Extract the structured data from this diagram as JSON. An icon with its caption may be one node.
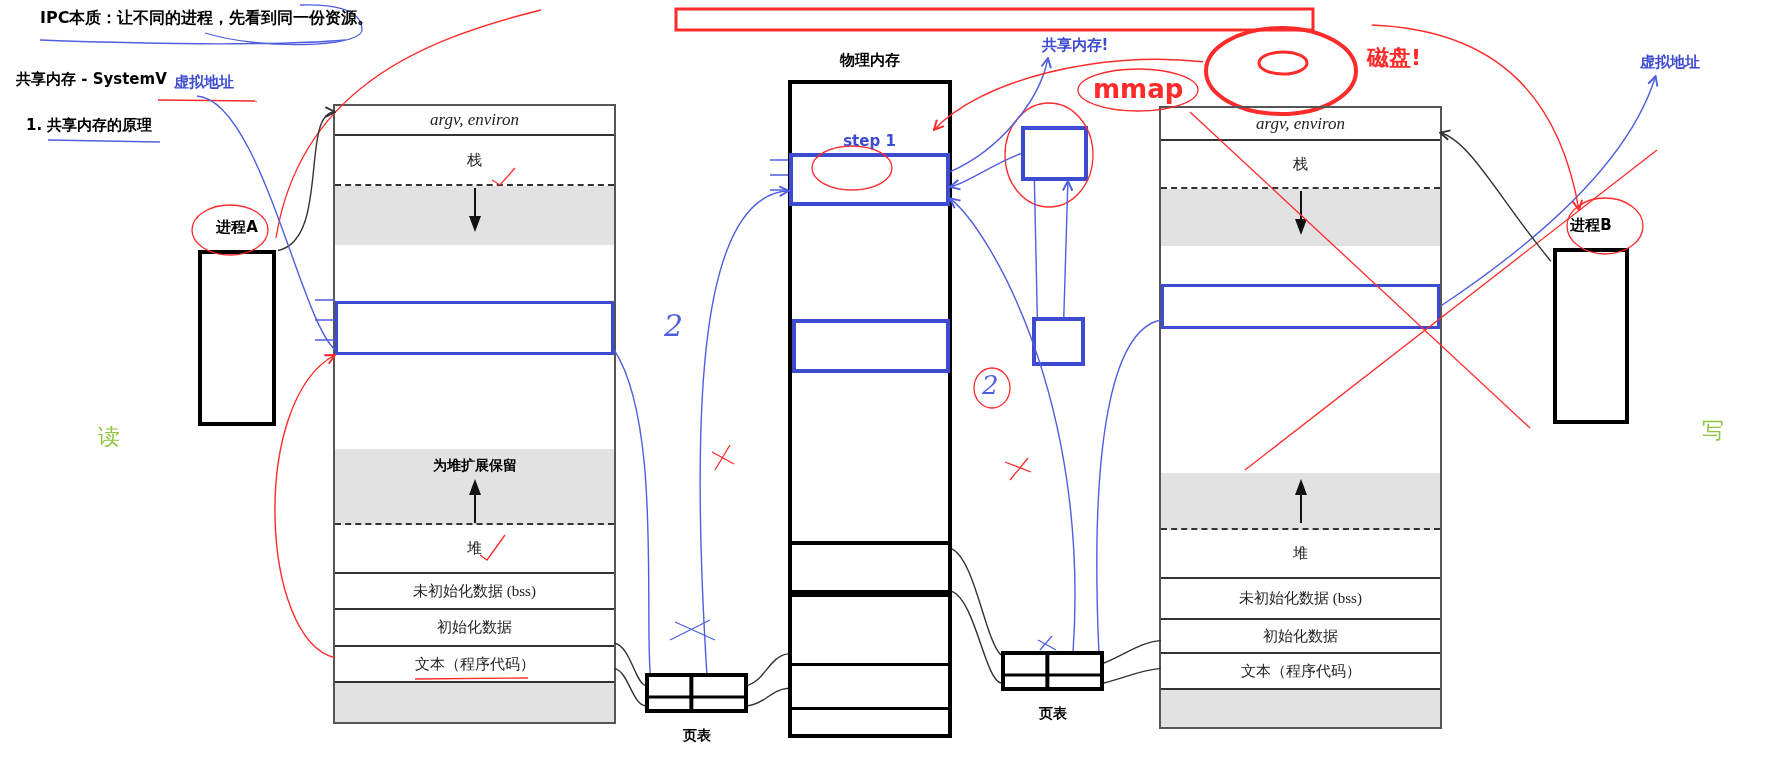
{
  "diagram": {
    "title": "IPC本质：让不同的进程，先看到同一份资源。",
    "nodes": [
      {
        "text": [
          "进程A"
        ]
      },
      {
        "text": [
          "虚拟地址"
        ]
      },
      {
        "text": [],
        "shape": "box"
      },
      {
        "text": [
          "argv, environ"
        ],
        "in": 2
      },
      {
        "text": [
          "栈"
        ],
        "in": 2
      },
      {
        "text": [],
        "shape": "box",
        "in": 2
      },
      {
        "text": [
          "为堆扩展保留"
        ],
        "in": 2
      },
      {
        "text": [
          "堆"
        ],
        "in": 2
      },
      {
        "text": [
          "未初始化数据 (bss)"
        ],
        "in": 2
      },
      {
        "text": [
          "初始化数据"
        ],
        "in": 2
      },
      {
        "text": [
          "文本（程序代码）"
        ],
        "in": 2
      },
      {
        "text": [
          "页表"
        ]
      },
      {
        "text": [
          "物理内存"
        ]
      },
      {
        "text": [
          "step 1"
        ],
        "in": 12
      },
      {
        "text": [],
        "shape": "box",
        "in": 12
      },
      {
        "text": [],
        "shape": "box",
        "in": 12
      },
      {
        "text": [
          "共享内存!"
        ]
      },
      {
        "text": [],
        "shape": "box"
      },
      {
        "text": [],
        "shape": "box"
      },
      {
        "text": [],
        "shape": "ellipse",
        "beside": [
          "磁盘!"
        ]
      },
      {
        "text": [
          "页表"
        ]
      },
      {
        "text": [],
        "shape": "box"
      },
      {
        "text": [
          "argv, environ"
        ],
        "in": 21
      },
      {
        "text": [
          "栈"
        ],
        "in": 21
      },
      {
        "text": [],
        "shape": "box",
        "in": 21
      },
      {
        "text": [
          "堆"
        ],
        "in": 21
      },
      {
        "text": [
          "未初始化数据 (bss)"
        ],
        "in": 21
      },
      {
        "text": [
          "初始化数据"
        ],
        "in": 21
      },
      {
        "text": [
          "文本（程序代码）"
        ],
        "in": 21
      },
      {
        "text": [
          "进程B"
        ]
      },
      {
        "text": [
          "虚拟地址"
        ]
      },
      {
        "text": [],
        "shape": "box",
        "in": 2
      },
      {
        "text": [],
        "shape": "box",
        "in": 21
      }
    ],
    "edges": [
      {
        "from": 0,
        "to": 3,
        "arrow": "to",
        "color": "#333333"
      },
      {
        "from": 5,
        "to": 1,
        "arrow": "none",
        "color": "#4f5fe0"
      },
      {
        "from": 5,
        "to": 11,
        "arrow": "none",
        "color": "#4f5fe0"
      },
      {
        "from": 11,
        "to": 13,
        "arrow": "to",
        "color": "#4f5fe0"
      },
      {
        "from": 20,
        "to": 13,
        "arrow": "to",
        "color": "#4f5fe0"
      },
      {
        "from": 20,
        "to": 24,
        "arrow": "none",
        "color": "#4f5fe0"
      },
      {
        "from": 13,
        "to": 16,
        "arrow": "to",
        "color": "#4f5fe0"
      },
      {
        "from": 17,
        "to": 13,
        "arrow": "to",
        "color": "#4f5fe0"
      },
      {
        "from": 17,
        "to": 18,
        "arrow": "none",
        "color": "#4f5fe0"
      },
      {
        "from": 18,
        "to": 17,
        "arrow": "to",
        "color": "#4f5fe0"
      },
      {
        "from": 24,
        "to": 30,
        "arrow": "to",
        "color": "#4f5fe0"
      },
      {
        "from": 9,
        "to": 11,
        "arrow": "none",
        "color": "#333333"
      },
      {
        "from": 10,
        "to": 11,
        "arrow": "none",
        "color": "#333333"
      },
      {
        "from": 11,
        "to": 12,
        "arrow": "none",
        "color": "#333333"
      },
      {
        "from": 11,
        "to": 12,
        "arrow": "none",
        "color": "#333333"
      },
      {
        "from": 15,
        "to": 20,
        "arrow": "none",
        "color": "#333333"
      },
      {
        "from": 15,
        "to": 20,
        "arrow": "none",
        "color": "#333333"
      },
      {
        "from": 20,
        "to": 27,
        "arrow": "none",
        "color": "#333333"
      },
      {
        "from": 20,
        "to": 28,
        "arrow": "none",
        "color": "#333333"
      },
      {
        "from": 29,
        "to": 22,
        "arrow": "to",
        "color": "#333333"
      },
      {
        "from": 19,
        "to": 13,
        "arrow": "to",
        "color": "#ff2a2a"
      },
      {
        "from": 19,
        "to": 29,
        "arrow": "to",
        "color": "#ff2a2a"
      },
      {
        "from": 10,
        "to": 5,
        "arrow": "to",
        "color": "#ff2a2a"
      }
    ],
    "labels": [
      "共享内存 - SystemV",
      "mmap",
      "1. 共享内存的原理",
      "2",
      "2",
      "读",
      "写"
    ]
  }
}
